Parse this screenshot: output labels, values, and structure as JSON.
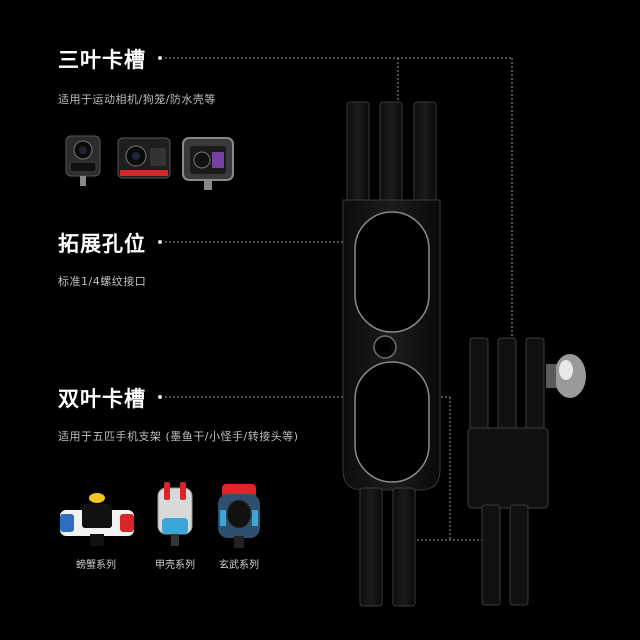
{
  "sections": [
    {
      "title": "三叶卡槽",
      "subtitle": "适用于运动相机/狗笼/防水壳等"
    },
    {
      "title": "拓展孔位",
      "subtitle": "标准1/4螺纹接口"
    },
    {
      "title": "双叶卡槽",
      "subtitle": "适用于五匹手机支架 (墨鱼干/小怪手/转接头等)"
    }
  ],
  "cameras": [
    {
      "icon": "360-camera-icon"
    },
    {
      "icon": "action-camera-icon"
    },
    {
      "icon": "waterproof-case-icon"
    }
  ],
  "mounts": [
    {
      "label": "螃蟹系列",
      "icon": "crab-mount-icon"
    },
    {
      "label": "甲壳系列",
      "icon": "shell-mount-icon"
    },
    {
      "label": "玄武系列",
      "icon": "turtle-mount-icon"
    }
  ],
  "colors": {
    "background": "#000000",
    "heading": "#ffffff",
    "subtext": "#bdbdbd",
    "guide": "#9a9a9a"
  }
}
